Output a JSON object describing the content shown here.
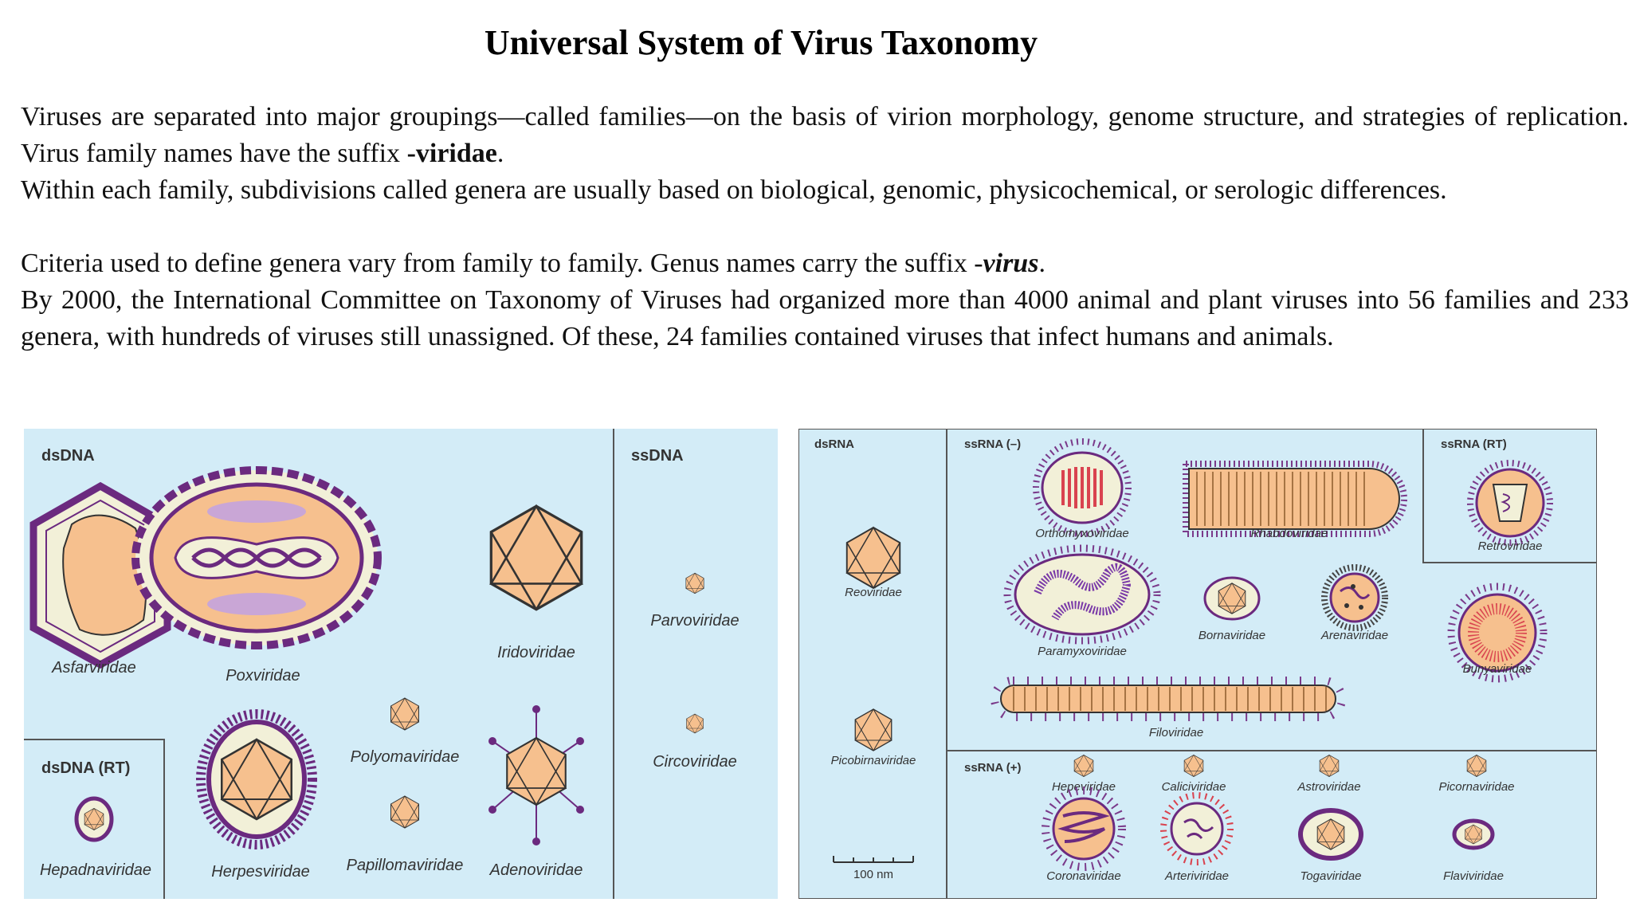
{
  "title": "Universal System of Virus Taxonomy",
  "paragraphs": {
    "p1_a": "Viruses are separated into major groupings—called families—on the basis of virion morphology, genome structure, and strategies of replication. Virus family names have the suffix ",
    "p1_b": "-viridae",
    "p1_c": ".",
    "p2": "Within each family, subdivisions called genera are usually based on biological, genomic, physicochemical, or serologic differences.",
    "p3_a": "Criteria used to define genera vary from family to family. Genus names carry the suffix -",
    "p3_b": "virus",
    "p3_c": ".",
    "p4": "By 2000, the International Committee on Taxonomy of Viruses had organized more than 4000 animal and plant viruses into 56 families and 233 genera, with hundreds of viruses still unassigned. Of these, 24 families contained viruses that infect humans and animals."
  },
  "dna_panel": {
    "groups": {
      "dsdna": "dsDNA",
      "ssdna": "ssDNA",
      "dsdna_rt": "dsDNA (RT)"
    },
    "families": {
      "asfarviridae": "Asfarviridae",
      "poxviridae": "Poxviridae",
      "iridoviridae": "Iridoviridae",
      "parvoviridae": "Parvoviridae",
      "circoviridae": "Circoviridae",
      "hepadnaviridae": "Hepadnaviridae",
      "herpesviridae": "Herpesviridae",
      "polyomaviridae": "Polyomaviridae",
      "papillomaviridae": "Papillomaviridae",
      "adenoviridae": "Adenoviridae"
    }
  },
  "rna_panel": {
    "groups": {
      "dsrna": "dsRNA",
      "ssrna_neg": "ssRNA (–)",
      "ssrna_rt": "ssRNA (RT)",
      "ssrna_pos": "ssRNA (+)"
    },
    "families": {
      "reoviridae": "Reoviridae",
      "picobirnaviridae": "Picobirnaviridae",
      "orthomyxoviridae": "Orthomyxoviridae",
      "rhabdoviridae": "Rhabdoviridae",
      "retroviridae": "Retroviridae",
      "paramyxoviridae": "Paramyxoviridae",
      "bornaviridae": "Bornaviridae",
      "arenaviridae": "Arenaviridae",
      "bunyaviridae": "Bunyaviridae",
      "filoviridae": "Filoviridae",
      "hepeviridae": "Hepeviridae",
      "caliciviridae": "Caliciviridae",
      "astroviridae": "Astroviridae",
      "picornaviridae": "Picornaviridae",
      "coronaviridae": "Coronaviridae",
      "arteriviridae": "Arteriviridae",
      "togaviridae": "Togaviridae",
      "flaviviridae": "Flaviviridae"
    },
    "scale_bar": "100 nm"
  },
  "colors": {
    "panel_bg": "#d3ecf7",
    "capsid": "#f6c08e",
    "envelope": "#6b2a7f",
    "pale": "#f2f0d8",
    "lilac": "#c9a6d6",
    "border": "#555555"
  }
}
